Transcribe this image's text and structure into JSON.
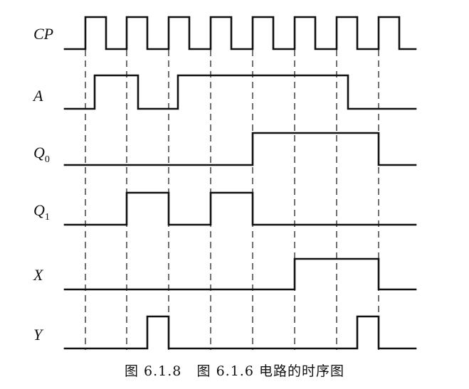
{
  "figure": {
    "caption_number": "图 6.1.8",
    "caption_text": "图 6.1.6 电路的时序图"
  },
  "signals": [
    {
      "name": "CP",
      "base": "CP",
      "sub": ""
    },
    {
      "name": "A",
      "base": "A",
      "sub": ""
    },
    {
      "name": "Q0",
      "base": "Q",
      "sub": "0"
    },
    {
      "name": "Q1",
      "base": "Q",
      "sub": "1"
    },
    {
      "name": "X",
      "base": "X",
      "sub": ""
    },
    {
      "name": "Y",
      "base": "Y",
      "sub": ""
    }
  ],
  "waveforms": {
    "CP": {
      "initial": 0,
      "transitions": [
        "rise-1",
        "fall-1",
        "rise-2",
        "fall-2",
        "rise-3",
        "fall-3",
        "rise-4",
        "fall-4",
        "rise-5",
        "fall-5",
        "rise-6",
        "fall-6",
        "rise-7",
        "fall-7",
        "rise-8",
        "fall-8"
      ]
    },
    "A": {
      "initial": 0,
      "transitions": [
        "between-rise-1-fall-1",
        "rise-2-to-fall-2",
        "between-rise-3-fall-3",
        "rise-7-to-fall-7"
      ]
    },
    "Q0": {
      "initial": 0,
      "transitions": [
        "rise-5",
        "rise-8"
      ]
    },
    "Q1": {
      "initial": 0,
      "transitions": [
        "rise-2",
        "rise-3",
        "rise-4",
        "rise-5"
      ]
    },
    "X": {
      "initial": 0,
      "transitions": [
        "rise-6",
        "rise-8"
      ]
    },
    "Y": {
      "initial": 0,
      "transitions": [
        "fall-2",
        "rise-3",
        "fall-7",
        "rise-8"
      ]
    }
  }
}
